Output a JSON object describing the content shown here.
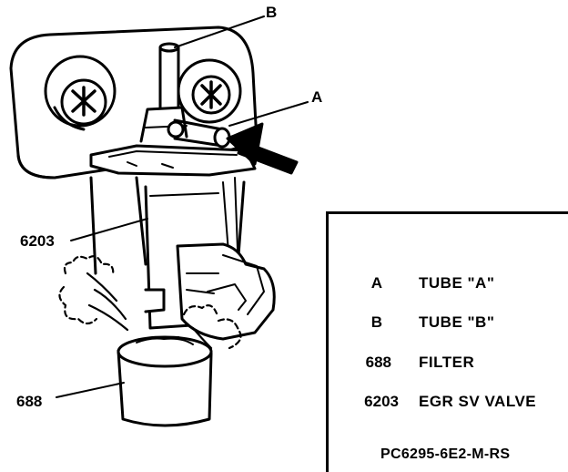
{
  "callouts": {
    "b": "B",
    "a": "A",
    "valve": "6203",
    "filter": "688"
  },
  "legend": {
    "items": [
      {
        "key": "A",
        "text": "TUBE \"A\""
      },
      {
        "key": "B",
        "text": "TUBE \"B\""
      },
      {
        "key": "688",
        "text": "FILTER"
      },
      {
        "key": "6203",
        "text": "EGR SV VALVE"
      }
    ]
  },
  "figure_code": "PC6295-6E2-M-RS"
}
